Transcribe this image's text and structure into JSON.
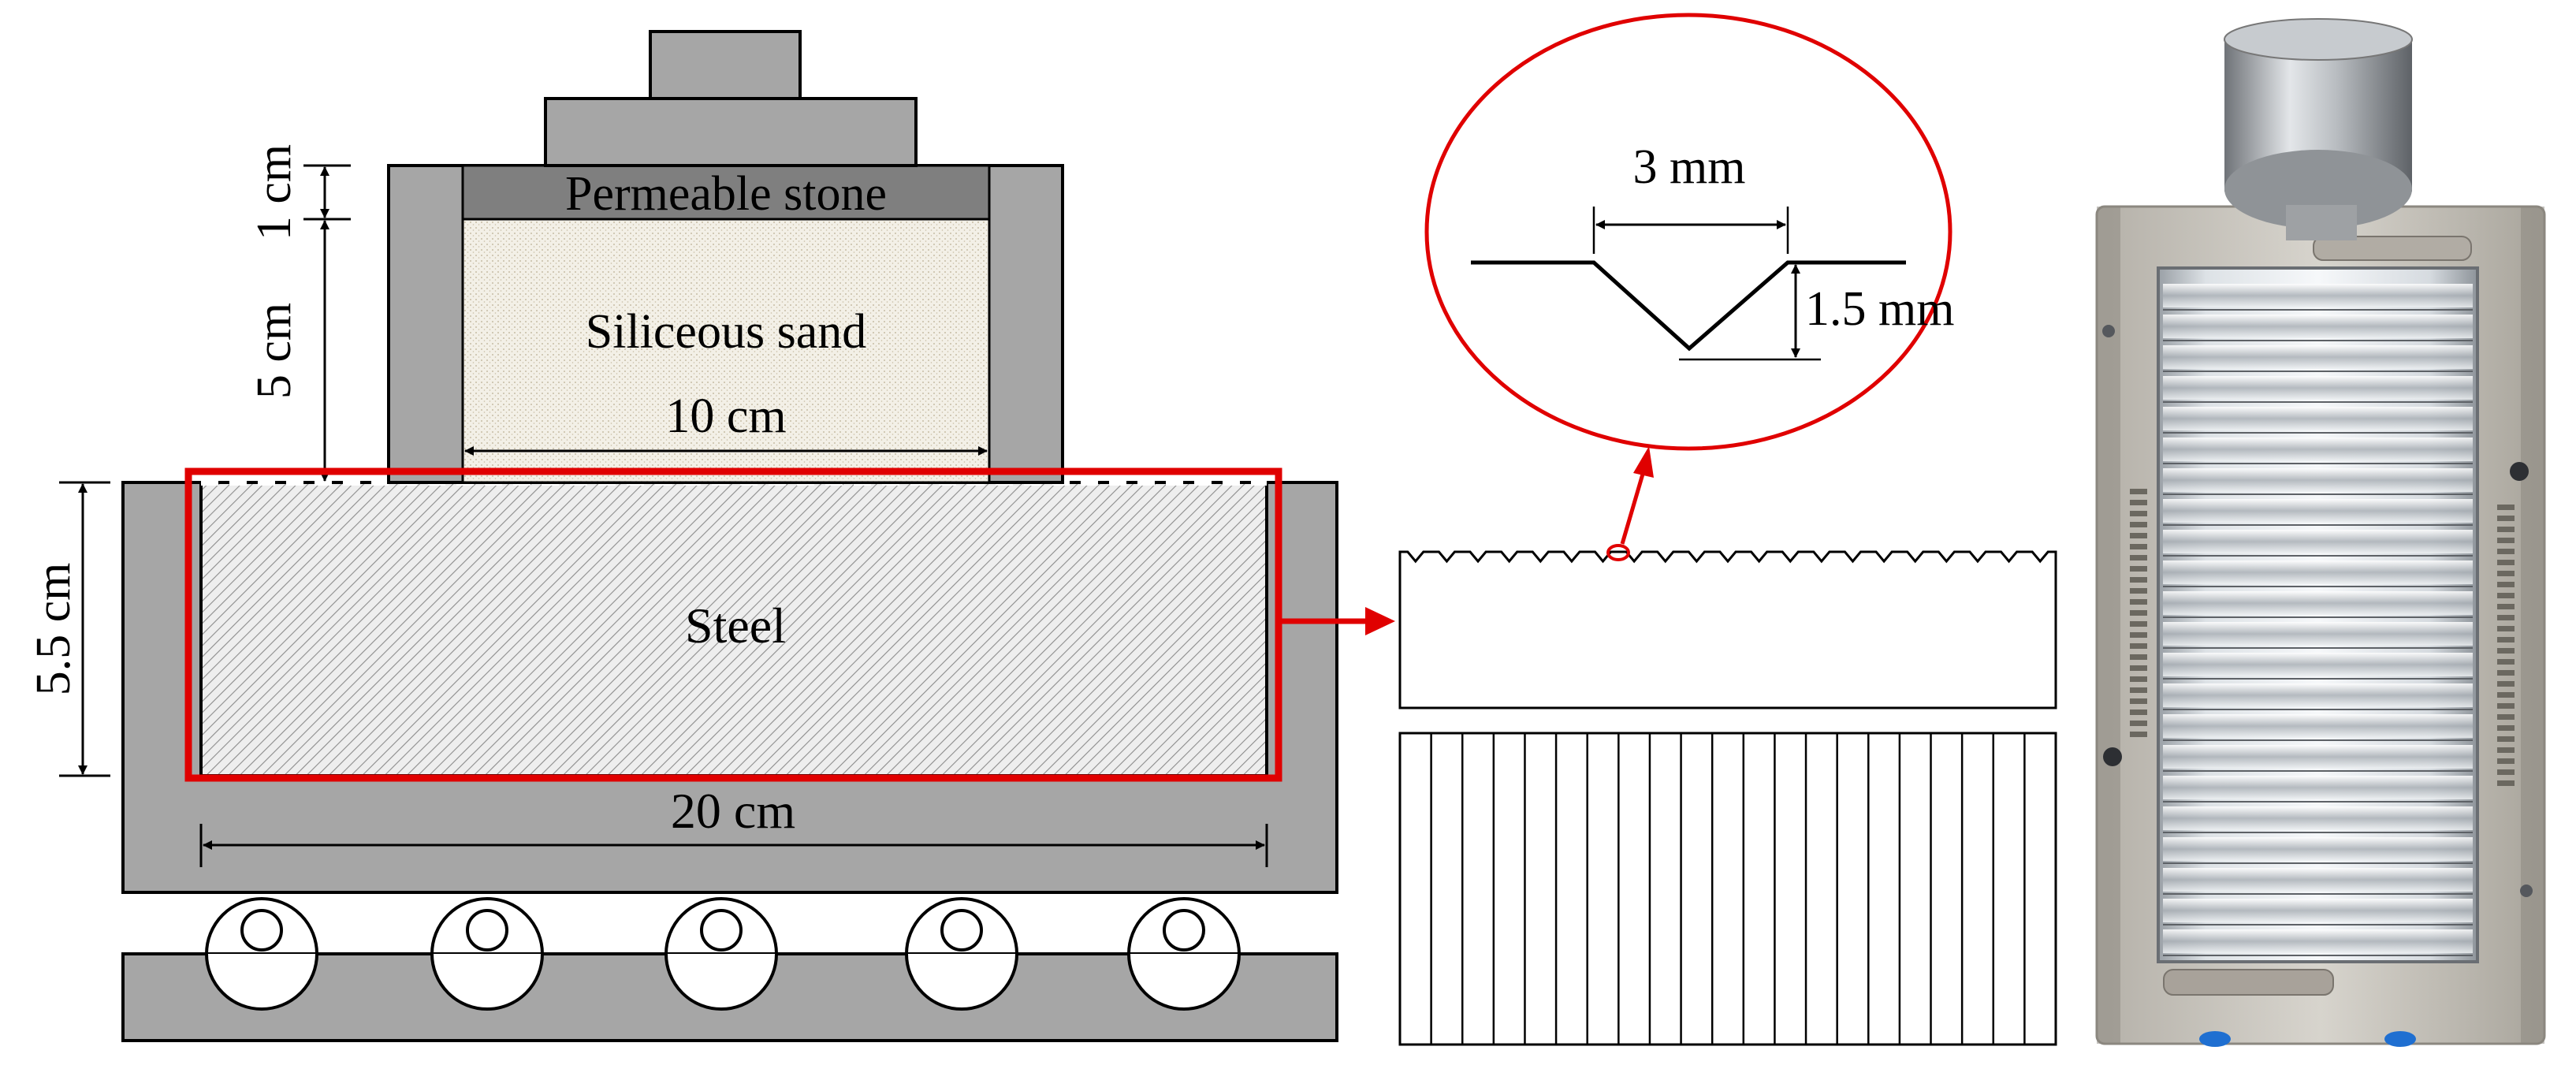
{
  "labels": {
    "permeable_stone": "Permeable stone",
    "siliceous_sand": "Siliceous sand",
    "sand_width": "10 cm",
    "steel": "Steel",
    "base_width": "20 cm",
    "stone_thickness": "1 cm",
    "sand_thickness": "5 cm",
    "steel_thickness": "5.5 cm",
    "groove_width": "3 mm",
    "groove_depth": "1.5 mm"
  },
  "colors": {
    "frame_gray": "#a6a6a6",
    "stone_gray": "#7f7f7f",
    "sand_fill": "#f2efe6",
    "highlight_red": "#e00000",
    "line_black": "#000000"
  },
  "photo": {
    "description_icon": "shear-box-steel-plate-photo-icon"
  }
}
